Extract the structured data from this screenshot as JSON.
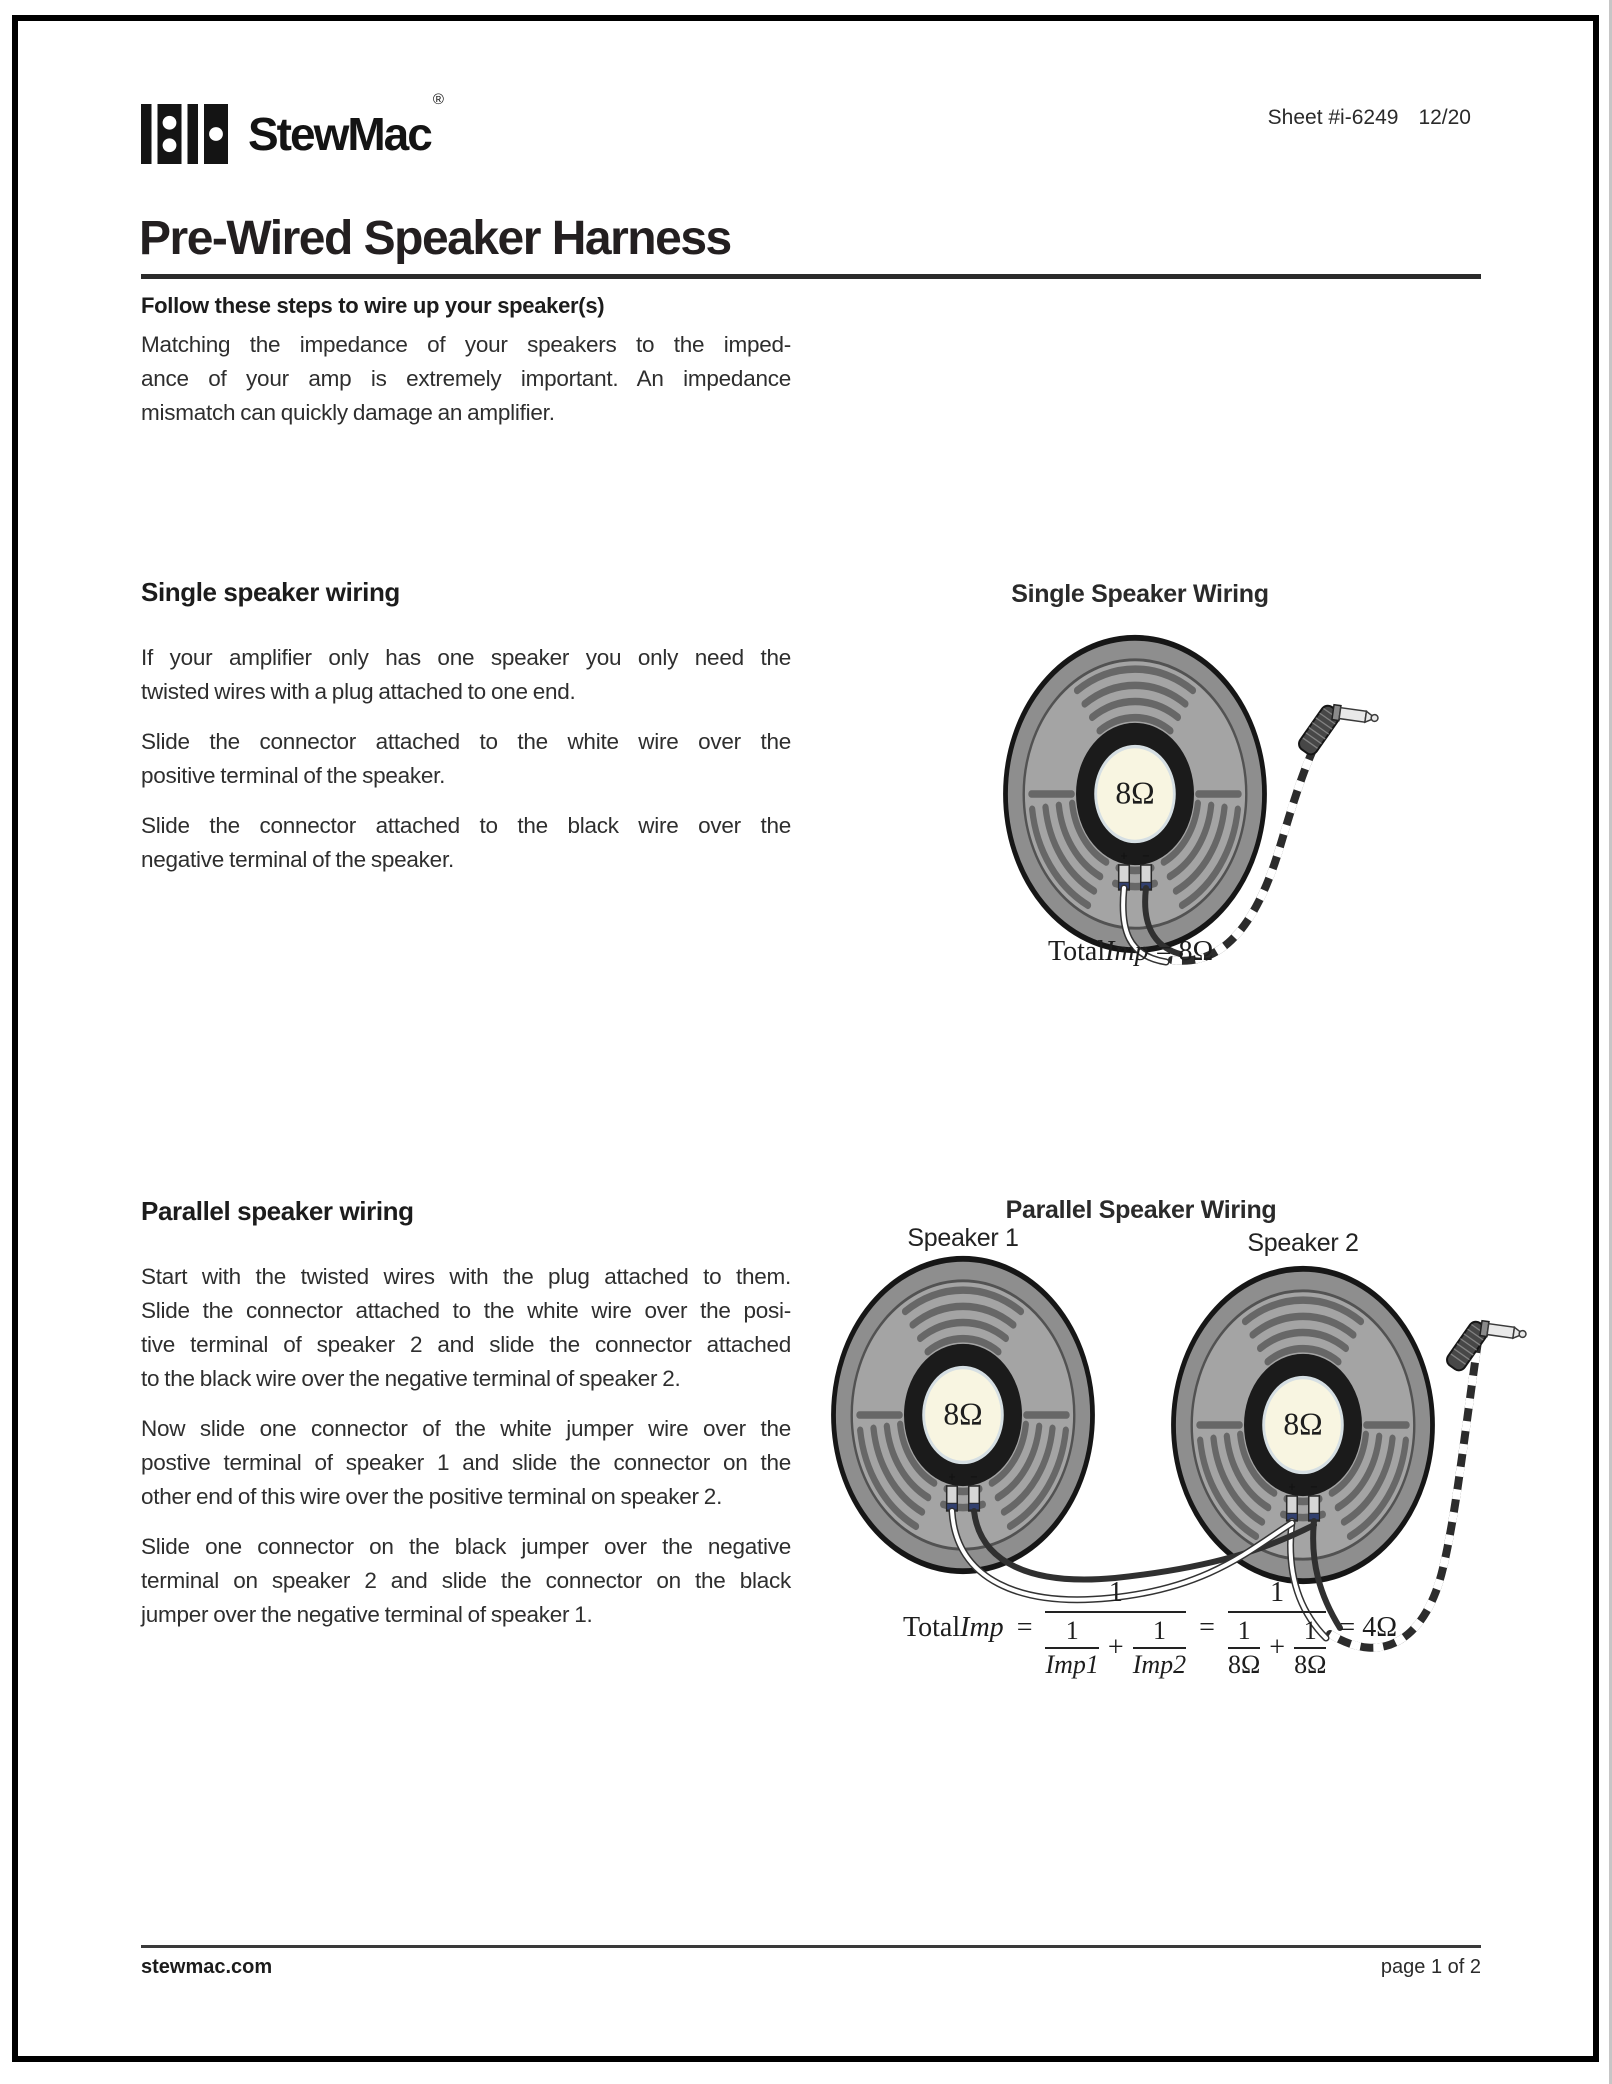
{
  "header": {
    "logo_text": "StewMac",
    "logo_reg": "®",
    "sheet_label": "Sheet #i-6249",
    "sheet_date": "12/20"
  },
  "title": "Pre-Wired Speaker Harness",
  "intro": {
    "lead": "Follow these steps to wire up your speaker(s)",
    "lines": [
      "Matching the impedance of your speakers to the imped-",
      "ance of your amp is extremely important. An impedance",
      "mismatch can quickly damage an amplifier."
    ]
  },
  "single": {
    "heading": "Single speaker wiring",
    "p1": [
      "If your amplifier only has one speaker you only need the",
      "twisted wires with a plug attached to one end."
    ],
    "p2": [
      "Slide the connector attached to the white wire over the",
      "positive terminal of the speaker."
    ],
    "p3": [
      "Slide the connector attached to the black wire over the",
      "negative terminal of the speaker."
    ]
  },
  "single_diagram": {
    "title": "Single Speaker Wiring",
    "impedance": "8Ω",
    "caption_total": "Total",
    "caption_imp": "Imp",
    "caption_rest": " = 8Ω"
  },
  "parallel": {
    "heading": "Parallel speaker wiring",
    "p1": [
      "Start with the twisted wires with the plug attached to them.",
      "Slide the connector attached to the white wire over the posi-",
      "tive terminal of speaker 2 and slide the connector attached",
      "to the black wire over the negative terminal of speaker 2."
    ],
    "p2": [
      "Now slide one connector of the white jumper wire over the",
      "postive terminal of speaker 1 and slide the connector on the",
      "other end of this wire over the positive terminal on speaker 2."
    ],
    "p3": [
      "Slide one connector on the black jumper over the negative",
      "terminal on speaker 2 and slide the connector on the black",
      "jumper over the negative terminal of speaker 1."
    ]
  },
  "parallel_diagram": {
    "title": "Parallel Speaker Wiring",
    "speaker1_label": "Speaker 1",
    "speaker2_label": "Speaker 2",
    "impedance1": "8Ω",
    "impedance2": "8Ω"
  },
  "terminals": {
    "plus": "+",
    "minus": "−"
  },
  "formula": {
    "lhs_total": "Total",
    "lhs_imp": "Imp",
    "eq1": "=",
    "f1_num": "1",
    "f1_d1_num": "1",
    "f1_d1_den": "Imp1",
    "f1_plus": "+",
    "f1_d2_num": "1",
    "f1_d2_den": "Imp2",
    "eq2": "=",
    "f2_num": "1",
    "f2_d1_num": "1",
    "f2_d1_den": "8Ω",
    "f2_plus": "+",
    "f2_d2_num": "1",
    "f2_d2_den": "8Ω",
    "result": "= 4Ω"
  },
  "footer": {
    "site": "stewmac.com",
    "page": "page 1 of 2"
  },
  "colors": {
    "speaker_cone": "#f8f5e1",
    "speaker_basket": "#a4a4a4",
    "speaker_rim": "#8e8e8e",
    "speaker_slot": "#676767",
    "terminal_band": "#32406f",
    "body_text": "#2e2e2e"
  }
}
